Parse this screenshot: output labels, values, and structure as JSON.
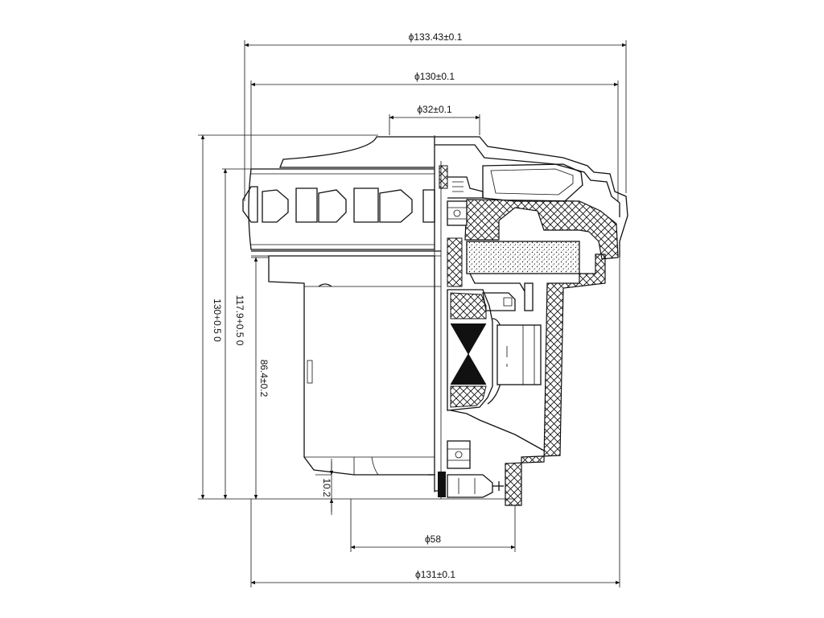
{
  "dimensions": {
    "dia_133": "ϕ133.43±0.1",
    "dia_130": "ϕ130±0.1",
    "dia_32": "ϕ32±0.1",
    "dia_58": "ϕ58",
    "dia_131": "ϕ131±0.1",
    "h_130": "130+0.5 0",
    "h_117": "117.9+0.5 0",
    "h_86": "86.4±0.2",
    "h_10": "10.2"
  }
}
